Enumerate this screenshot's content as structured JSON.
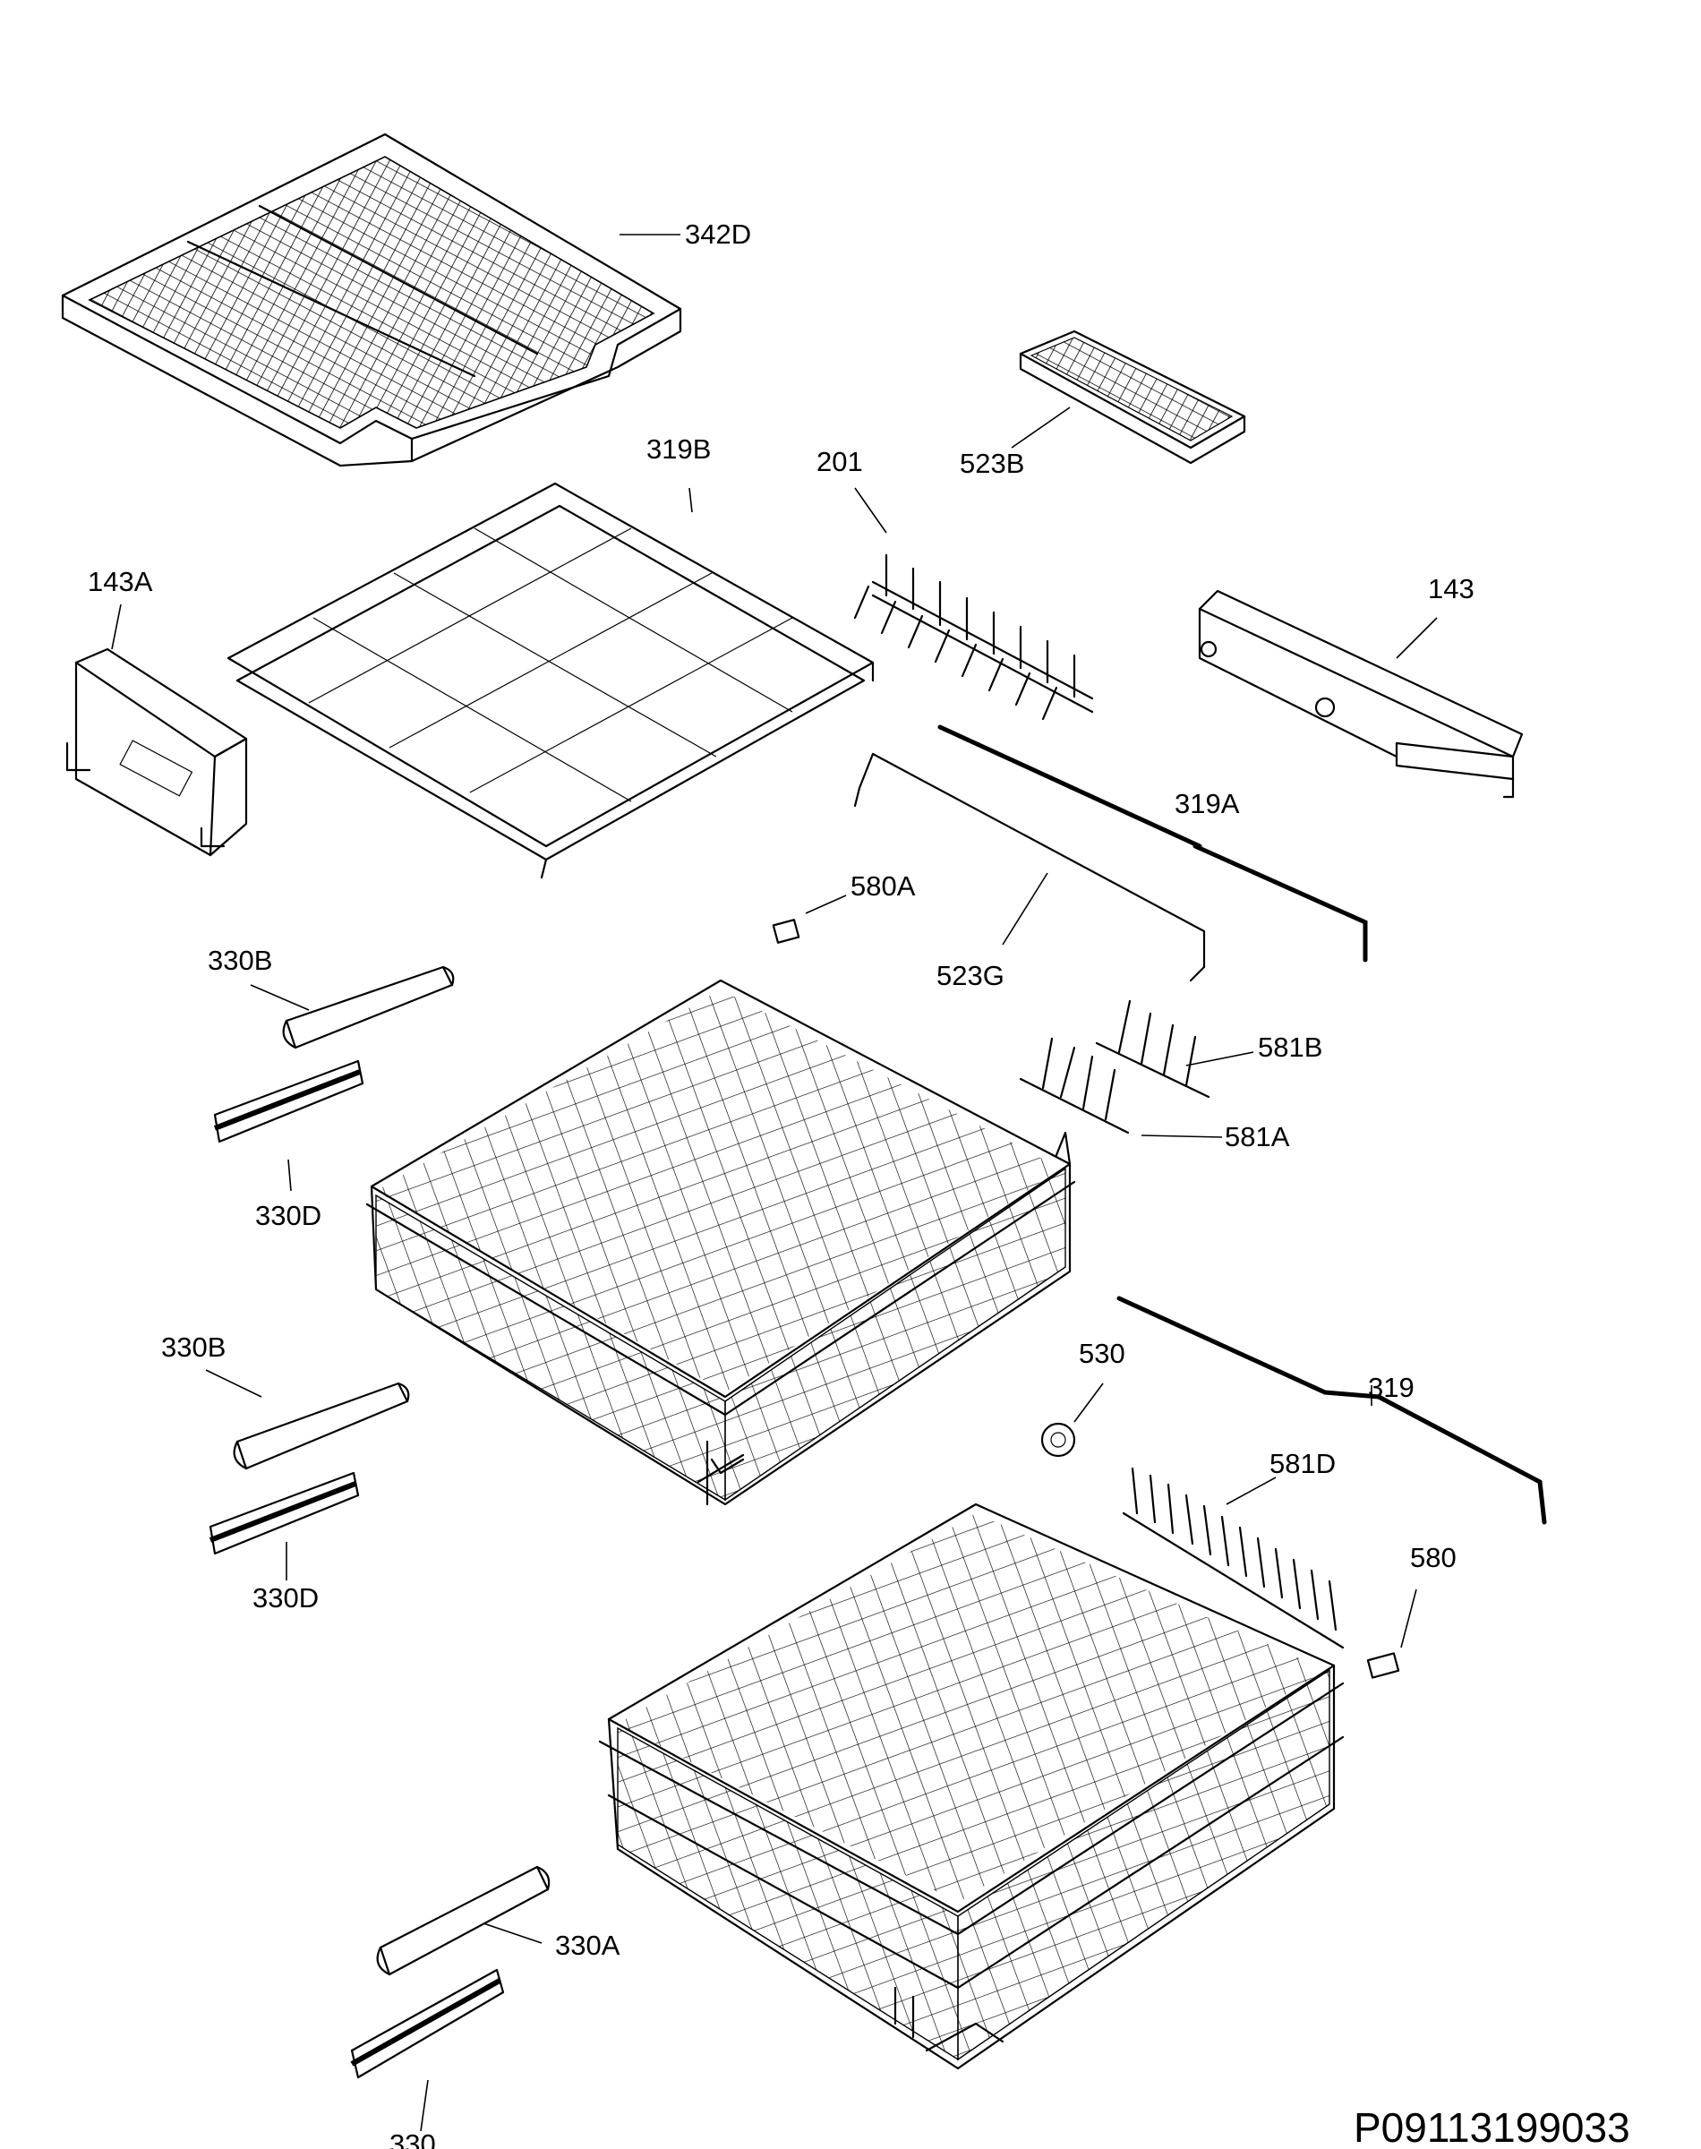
{
  "document_id": "P09113199033",
  "parts": [
    {
      "id": "342D",
      "label": "342D"
    },
    {
      "id": "523B",
      "label": "523B"
    },
    {
      "id": "319B",
      "label": "319B"
    },
    {
      "id": "201",
      "label": "201"
    },
    {
      "id": "143A",
      "label": "143A"
    },
    {
      "id": "143",
      "label": "143"
    },
    {
      "id": "319A",
      "label": "319A"
    },
    {
      "id": "580A",
      "label": "580A"
    },
    {
      "id": "523G",
      "label": "523G"
    },
    {
      "id": "330B-upper",
      "label": "330B"
    },
    {
      "id": "581B",
      "label": "581B"
    },
    {
      "id": "581A",
      "label": "581A"
    },
    {
      "id": "330D-upper",
      "label": "330D"
    },
    {
      "id": "330B-lower",
      "label": "330B"
    },
    {
      "id": "530",
      "label": "530"
    },
    {
      "id": "319",
      "label": "319"
    },
    {
      "id": "581D",
      "label": "581D"
    },
    {
      "id": "580",
      "label": "580"
    },
    {
      "id": "330D-lower",
      "label": "330D"
    },
    {
      "id": "330A",
      "label": "330A"
    },
    {
      "id": "330",
      "label": "330"
    }
  ]
}
